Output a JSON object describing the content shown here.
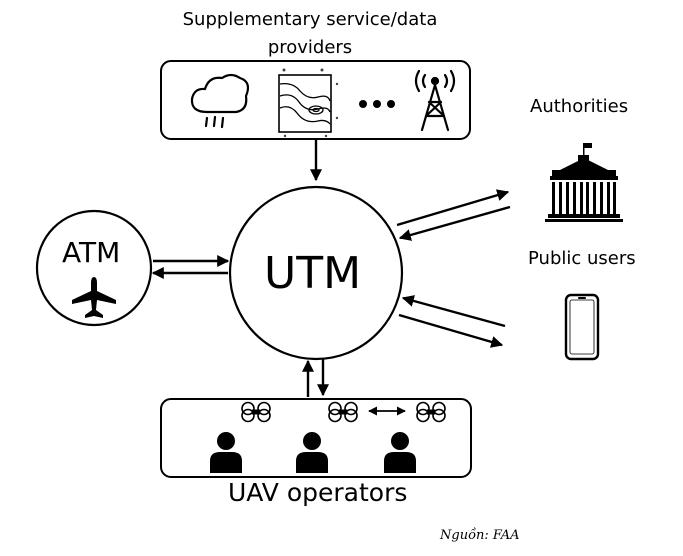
{
  "labels": {
    "supplementary_line1": "Supplementary service/data",
    "supplementary_line2": "providers",
    "authorities": "Authorities",
    "public_users": "Public users",
    "uav_operators": "UAV operators",
    "atm": "ATM",
    "utm": "UTM",
    "source": "Nguồn: FAA"
  },
  "icons": [
    "rain-cloud-icon",
    "topographic-map-icon",
    "ellipsis-icon",
    "radio-tower-icon",
    "government-building-icon",
    "smartphone-icon",
    "airplane-icon",
    "drone-icon",
    "person-icon"
  ],
  "colors": {
    "stroke": "#000000",
    "background": "#ffffff"
  }
}
